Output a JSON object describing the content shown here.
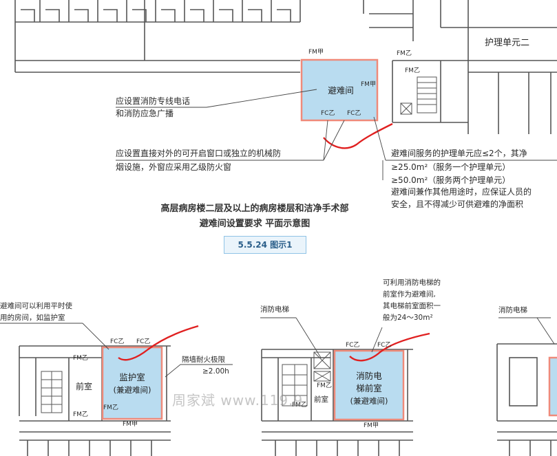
{
  "top": {
    "nursing_unit_two": "护理单元二",
    "refuge_room": "避难间",
    "fm_jia_1": "FM甲",
    "fm_jia_2": "FM甲",
    "fm_yi_1": "FM乙",
    "fm_yi_2": "FM乙",
    "fc_yi_1": "FC乙",
    "fc_yi_2": "FC乙",
    "note_phone_line1": "应设置消防专线电话",
    "note_phone_line2": "和消防应急广播",
    "note_window_line1": "应设置直接对外的可开启窗口或独立的机械防",
    "note_window_line2": "烟设施，外窗应采用乙级防火窗",
    "note_service_line1": "避难间服务的护理单元应≤2个，其净",
    "note_service_line2": "≥25.0m²（服务一个护理单元）",
    "note_service_line3": "≥50.0m²（服务两个护理单元）",
    "note_service_line4": "避难间兼作其他用途时，应保证人员的",
    "note_service_line5": "安全，且不得减少可供避难的净面积",
    "caption_line1": "高层病房楼二层及以上的病房楼层和洁净手术部",
    "caption_line2": "避难间设置要求 平面示意图",
    "figure_number": "5.5.24 图示1"
  },
  "bottom_left": {
    "note_line1": "避难间可以利用平时使",
    "note_line2": "用的房间，如监护室",
    "fc_yi_1": "FC乙",
    "fc_yi_2": "FC乙",
    "fm_yi_1": "FM乙",
    "fm_yi_2": "FM乙",
    "fm_yi_3": "FM乙",
    "fm_jia": "FM甲",
    "anteroom": "前室",
    "room_line1": "监护室",
    "room_line2": "(兼避难间)",
    "fire_limit_line1": "隔墙耐火极限",
    "fire_limit_line2": "≥2.00h"
  },
  "bottom_mid": {
    "fire_elevator": "消防电梯",
    "note_line1": "可利用消防电梯的",
    "note_line2": "前室作为避难间,",
    "note_line3": "其电梯前室面积一",
    "note_line4": "般为24～30m²",
    "fc_yi_1": "FC乙",
    "fc_yi_2": "FC乙",
    "fm_yi_1": "FM乙",
    "fm_yi_2": "FM乙",
    "fm_jia": "FM甲",
    "anteroom": "前室",
    "room_line1": "消防电",
    "room_line2": "梯前室",
    "room_line3": "(兼避难间)"
  },
  "bottom_right": {
    "fire_elevator": "消防电梯"
  },
  "watermark": "周家斌 www.119.9",
  "colors": {
    "room_fill": "#b9dcf0",
    "room_border": "#ef8a7a",
    "wall": "#555555",
    "annotation_red": "#e02020",
    "accent_blue": "#2b5f8a"
  }
}
